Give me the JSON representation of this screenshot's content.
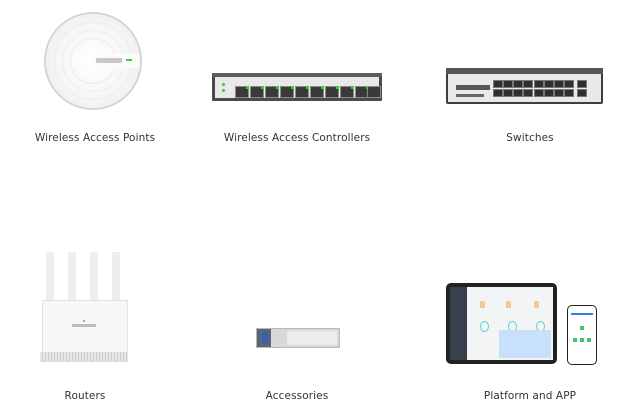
{
  "categories": [
    {
      "id": "wireless-access-points",
      "label": "Wireless Access Points",
      "image": "ceiling-access-point"
    },
    {
      "id": "wireless-access-controllers",
      "label": "Wireless Access Controllers",
      "image": "poe-controller-switch"
    },
    {
      "id": "switches",
      "label": "Switches",
      "image": "rack-switch-16-port"
    },
    {
      "id": "routers",
      "label": "Routers",
      "image": "wifi-router-4-antenna"
    },
    {
      "id": "accessories",
      "label": "Accessories",
      "image": "sfp-module"
    },
    {
      "id": "platform-and-app",
      "label": "Platform and APP",
      "image": "tablet-and-phone-dashboard"
    }
  ],
  "colors": {
    "label_text": "#333333",
    "background": "#ffffff",
    "led_green": "#37d12d"
  }
}
